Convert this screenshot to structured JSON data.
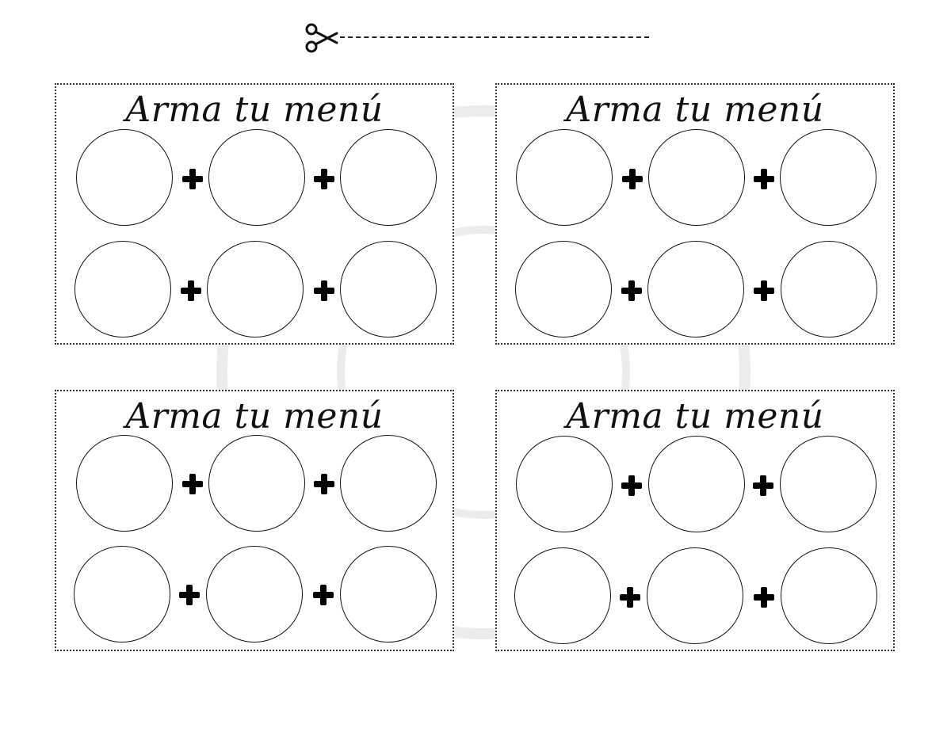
{
  "cut_guide": {
    "icon": "scissors-icon"
  },
  "cards": [
    {
      "title": "Arma tu menú"
    },
    {
      "title": "Arma tu menú"
    },
    {
      "title": "Arma tu menú"
    },
    {
      "title": "Arma tu menú"
    }
  ],
  "colors": {
    "ink": "#111111",
    "background": "#ffffff"
  }
}
